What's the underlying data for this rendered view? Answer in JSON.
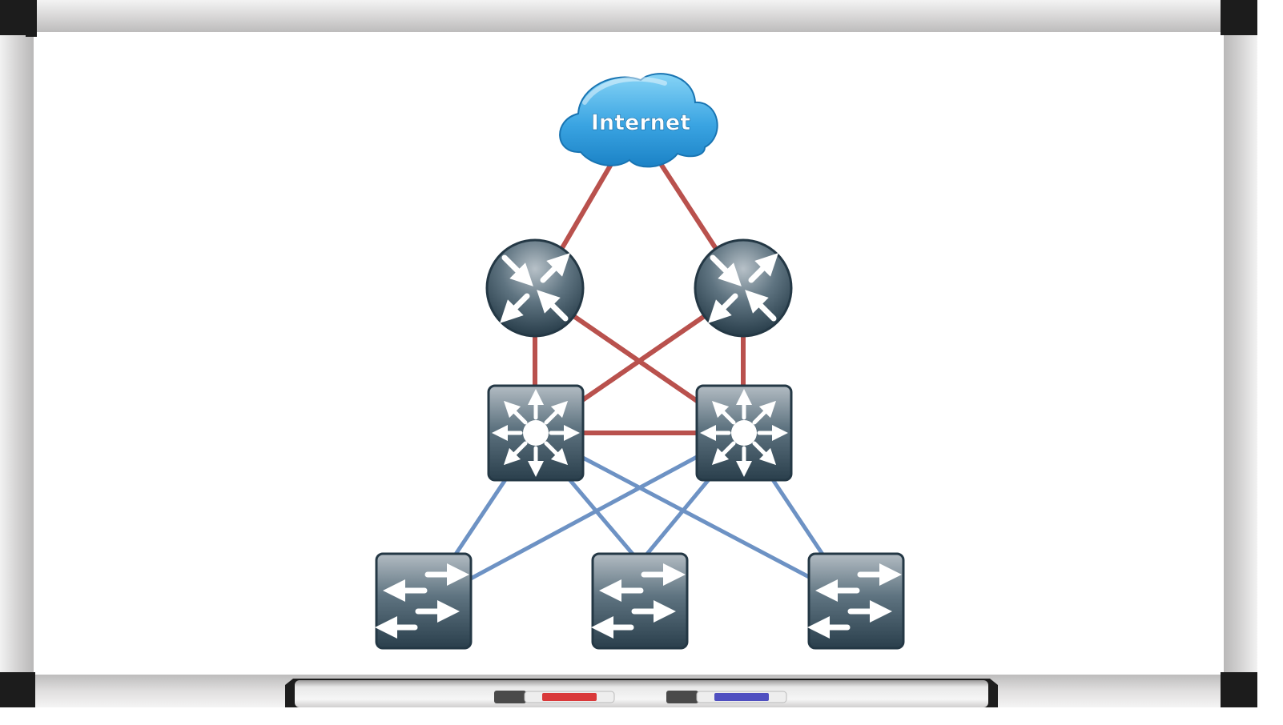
{
  "cloud": {
    "label": "Internet"
  },
  "colors": {
    "uplink": "#b9514d",
    "downlink": "#6d92c4",
    "device_dark": "#2f4654",
    "device_light": "#a9b4bc",
    "cloud_top": "#6cc5f0",
    "cloud_bottom": "#1f8ccf",
    "marker_red": "#d9393a",
    "marker_blue": "#4f4fc0"
  },
  "devices": [
    {
      "id": "router-left",
      "type": "router"
    },
    {
      "id": "router-right",
      "type": "router"
    },
    {
      "id": "distribution-left",
      "type": "multilayer-switch"
    },
    {
      "id": "distribution-right",
      "type": "multilayer-switch"
    },
    {
      "id": "access-left",
      "type": "switch"
    },
    {
      "id": "access-center",
      "type": "switch"
    },
    {
      "id": "access-right",
      "type": "switch"
    }
  ],
  "links": [
    {
      "from": "internet",
      "to": "router-left",
      "kind": "uplink"
    },
    {
      "from": "internet",
      "to": "router-right",
      "kind": "uplink"
    },
    {
      "from": "router-left",
      "to": "distribution-left",
      "kind": "uplink"
    },
    {
      "from": "router-left",
      "to": "distribution-right",
      "kind": "uplink"
    },
    {
      "from": "router-right",
      "to": "distribution-left",
      "kind": "uplink"
    },
    {
      "from": "router-right",
      "to": "distribution-right",
      "kind": "uplink"
    },
    {
      "from": "distribution-left",
      "to": "distribution-right",
      "kind": "uplink"
    },
    {
      "from": "distribution-left",
      "to": "access-left",
      "kind": "downlink"
    },
    {
      "from": "distribution-left",
      "to": "access-center",
      "kind": "downlink"
    },
    {
      "from": "distribution-left",
      "to": "access-right",
      "kind": "downlink"
    },
    {
      "from": "distribution-right",
      "to": "access-left",
      "kind": "downlink"
    },
    {
      "from": "distribution-right",
      "to": "access-center",
      "kind": "downlink"
    },
    {
      "from": "distribution-right",
      "to": "access-right",
      "kind": "downlink"
    }
  ],
  "markers": [
    {
      "color": "red"
    },
    {
      "color": "blue"
    }
  ]
}
